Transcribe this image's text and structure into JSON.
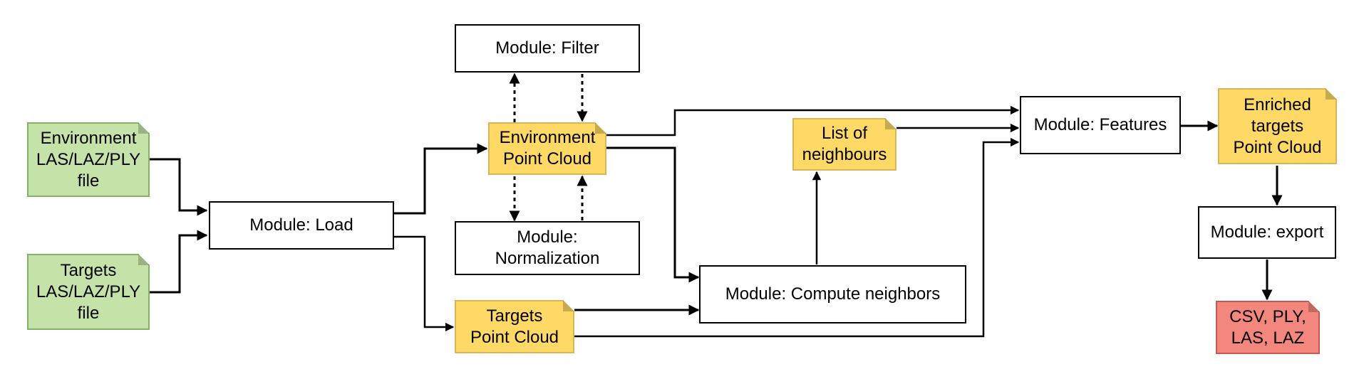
{
  "nodes": {
    "env_file": "Environment\nLAS/LAZ/PLY\nfile",
    "targets_file": "Targets\nLAS/LAZ/PLY\nfile",
    "load": "Module: Load",
    "filter": "Module: Filter",
    "env_pc": "Environment\nPoint Cloud",
    "normalization": "Module:\nNormalization",
    "targets_pc": "Targets\nPoint Cloud",
    "compute_neighbors": "Module: Compute neighbors",
    "list_neighbours": "List of\nneighbours",
    "features": "Module: Features",
    "enriched": "Enriched\ntargets\nPoint Cloud",
    "export": "Module: export",
    "formats": "CSV, PLY,\nLAS, LAZ"
  },
  "colors": {
    "module_fill": "#ffffff",
    "data_fill": "#ffd966",
    "input_fill": "#c5e3a8",
    "output_fill": "#f4877d",
    "edge": "#000000"
  }
}
